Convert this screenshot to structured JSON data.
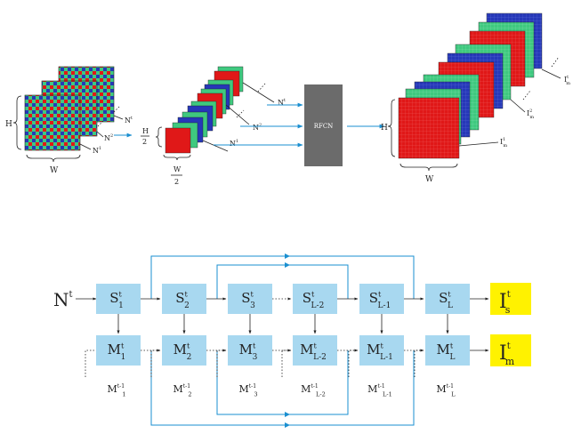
{
  "colors": {
    "red": "#e01818",
    "green": "#3fc97f",
    "blue": "#2638b8",
    "rfcn": "#6b6b6b",
    "node": "#a8d8f0",
    "output": "#fff200",
    "arrow": "#1a8fd0",
    "ink": "#222222"
  },
  "top": {
    "bayer_h": "H",
    "bayer_w": "W",
    "seq_labels": [
      "N",
      "N",
      "N"
    ],
    "seq_sups": [
      "t",
      "2",
      "1"
    ],
    "half_h_num": "H",
    "half_h_den": "2",
    "half_w_num": "W",
    "half_w_den": "2",
    "mid_labels": [
      "N",
      "N",
      "N"
    ],
    "mid_sups": [
      "t",
      "2",
      "1"
    ],
    "rfcn": "RFCN",
    "out_h": "H",
    "out_w": "W",
    "out_labels": [
      "I",
      "I",
      "I"
    ],
    "out_subs": [
      "m",
      "m",
      "m"
    ],
    "out_sups": [
      "t",
      "2",
      "1"
    ]
  },
  "bottom": {
    "input": "N",
    "input_sup": "t",
    "s_nodes": [
      {
        "base": "S",
        "sub": "1",
        "sup": "t"
      },
      {
        "base": "S",
        "sub": "2",
        "sup": "t"
      },
      {
        "base": "S",
        "sub": "3",
        "sup": "t"
      },
      {
        "base": "S",
        "sub": "L-2",
        "sup": "t"
      },
      {
        "base": "S",
        "sub": "L-1",
        "sup": "t"
      },
      {
        "base": "S",
        "sub": "L",
        "sup": "t"
      }
    ],
    "m_nodes": [
      {
        "base": "M",
        "sub": "1",
        "sup": "t"
      },
      {
        "base": "M",
        "sub": "2",
        "sup": "t"
      },
      {
        "base": "M",
        "sub": "3",
        "sup": "t"
      },
      {
        "base": "M",
        "sub": "L-2",
        "sup": "t"
      },
      {
        "base": "M",
        "sub": "L-1",
        "sup": "t"
      },
      {
        "base": "M",
        "sub": "L",
        "sup": "t"
      }
    ],
    "prev_states": [
      {
        "base": "M",
        "sub": "1",
        "sup": "t-1"
      },
      {
        "base": "M",
        "sub": "2",
        "sup": "t-1"
      },
      {
        "base": "M",
        "sub": "3",
        "sup": "t-1"
      },
      {
        "base": "M",
        "sub": "L-2",
        "sup": "t-1"
      },
      {
        "base": "M",
        "sub": "L-1",
        "sup": "t-1"
      },
      {
        "base": "M",
        "sub": "L",
        "sup": "t-1"
      }
    ],
    "out_s": {
      "base": "I",
      "sub": "s",
      "sup": "t"
    },
    "out_m": {
      "base": "I",
      "sub": "m",
      "sup": "t"
    }
  }
}
